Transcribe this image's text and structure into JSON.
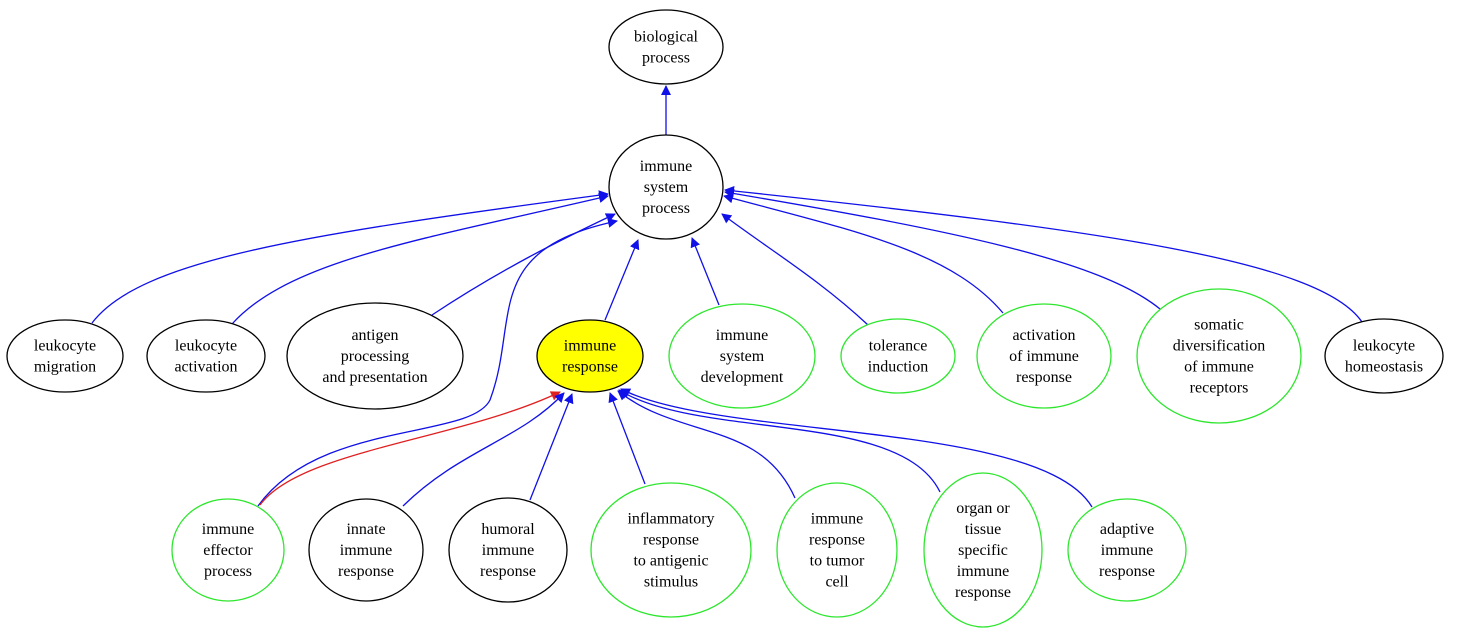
{
  "colors": {
    "edge": "#1010e8",
    "edge_highlight": "#e02020",
    "node_black": "#000000",
    "node_green": "#2ee62e",
    "node_fill_highlight": "#ffff00",
    "node_fill": "#ffffff"
  },
  "nodes": [
    {
      "id": "biological_process",
      "lines": [
        "biological",
        "process"
      ],
      "style": "black"
    },
    {
      "id": "immune_system_process",
      "lines": [
        "immune",
        "system",
        "process"
      ],
      "style": "black"
    },
    {
      "id": "leukocyte_migration",
      "lines": [
        "leukocyte",
        "migration"
      ],
      "style": "black"
    },
    {
      "id": "leukocyte_activation",
      "lines": [
        "leukocyte",
        "activation"
      ],
      "style": "black"
    },
    {
      "id": "antigen_processing",
      "lines": [
        "antigen",
        "processing",
        "and presentation"
      ],
      "style": "black"
    },
    {
      "id": "immune_response",
      "lines": [
        "immune",
        "response"
      ],
      "style": "highlight"
    },
    {
      "id": "immune_system_development",
      "lines": [
        "immune",
        "system",
        "development"
      ],
      "style": "green"
    },
    {
      "id": "tolerance_induction",
      "lines": [
        "tolerance",
        "induction"
      ],
      "style": "green"
    },
    {
      "id": "activation_of_immune_response",
      "lines": [
        "activation",
        "of immune",
        "response"
      ],
      "style": "green"
    },
    {
      "id": "somatic_diversification",
      "lines": [
        "somatic",
        "diversification",
        "of immune",
        "receptors"
      ],
      "style": "green"
    },
    {
      "id": "leukocyte_homeostasis",
      "lines": [
        "leukocyte",
        "homeostasis"
      ],
      "style": "black"
    },
    {
      "id": "immune_effector_process",
      "lines": [
        "immune",
        "effector",
        "process"
      ],
      "style": "green"
    },
    {
      "id": "innate_immune_response",
      "lines": [
        "innate",
        "immune",
        "response"
      ],
      "style": "black"
    },
    {
      "id": "humoral_immune_response",
      "lines": [
        "humoral",
        "immune",
        "response"
      ],
      "style": "black"
    },
    {
      "id": "inflammatory_response",
      "lines": [
        "inflammatory",
        "response",
        "to antigenic",
        "stimulus"
      ],
      "style": "green"
    },
    {
      "id": "immune_response_to_tumor",
      "lines": [
        "immune",
        "response",
        "to tumor",
        "cell"
      ],
      "style": "green"
    },
    {
      "id": "organ_tissue_specific",
      "lines": [
        "organ or",
        "tissue",
        "specific",
        "immune",
        "response"
      ],
      "style": "green"
    },
    {
      "id": "adaptive_immune_response",
      "lines": [
        "adaptive",
        "immune",
        "response"
      ],
      "style": "green"
    }
  ],
  "edges": [
    {
      "from": "immune_system_process",
      "to": "biological_process"
    },
    {
      "from": "leukocyte_migration",
      "to": "immune_system_process"
    },
    {
      "from": "leukocyte_activation",
      "to": "immune_system_process"
    },
    {
      "from": "antigen_processing",
      "to": "immune_system_process"
    },
    {
      "from": "immune_response",
      "to": "immune_system_process"
    },
    {
      "from": "immune_system_development",
      "to": "immune_system_process"
    },
    {
      "from": "tolerance_induction",
      "to": "immune_system_process"
    },
    {
      "from": "activation_of_immune_response",
      "to": "immune_system_process"
    },
    {
      "from": "somatic_diversification",
      "to": "immune_system_process"
    },
    {
      "from": "leukocyte_homeostasis",
      "to": "immune_system_process"
    },
    {
      "from": "immune_effector_process",
      "to": "immune_system_process"
    },
    {
      "from": "immune_effector_process",
      "to": "immune_response",
      "highlight": true
    },
    {
      "from": "innate_immune_response",
      "to": "immune_response"
    },
    {
      "from": "humoral_immune_response",
      "to": "immune_response"
    },
    {
      "from": "inflammatory_response",
      "to": "immune_response"
    },
    {
      "from": "immune_response_to_tumor",
      "to": "immune_response"
    },
    {
      "from": "organ_tissue_specific",
      "to": "immune_response"
    },
    {
      "from": "adaptive_immune_response",
      "to": "immune_response"
    }
  ]
}
